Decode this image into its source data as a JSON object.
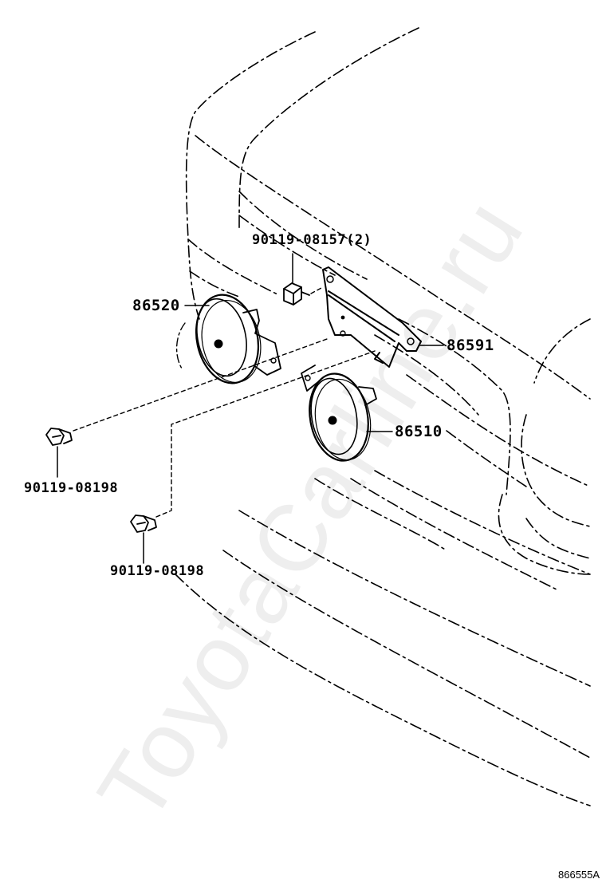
{
  "parts": {
    "horn_high": "86520",
    "horn_low": "86510",
    "bracket": "86591",
    "nut": "90119-08157(2)",
    "bolt_upper": "90119-08198",
    "bolt_lower": "90119-08198"
  },
  "illustration_code": "866555A",
  "watermark": "ToyotaCarline.ru"
}
